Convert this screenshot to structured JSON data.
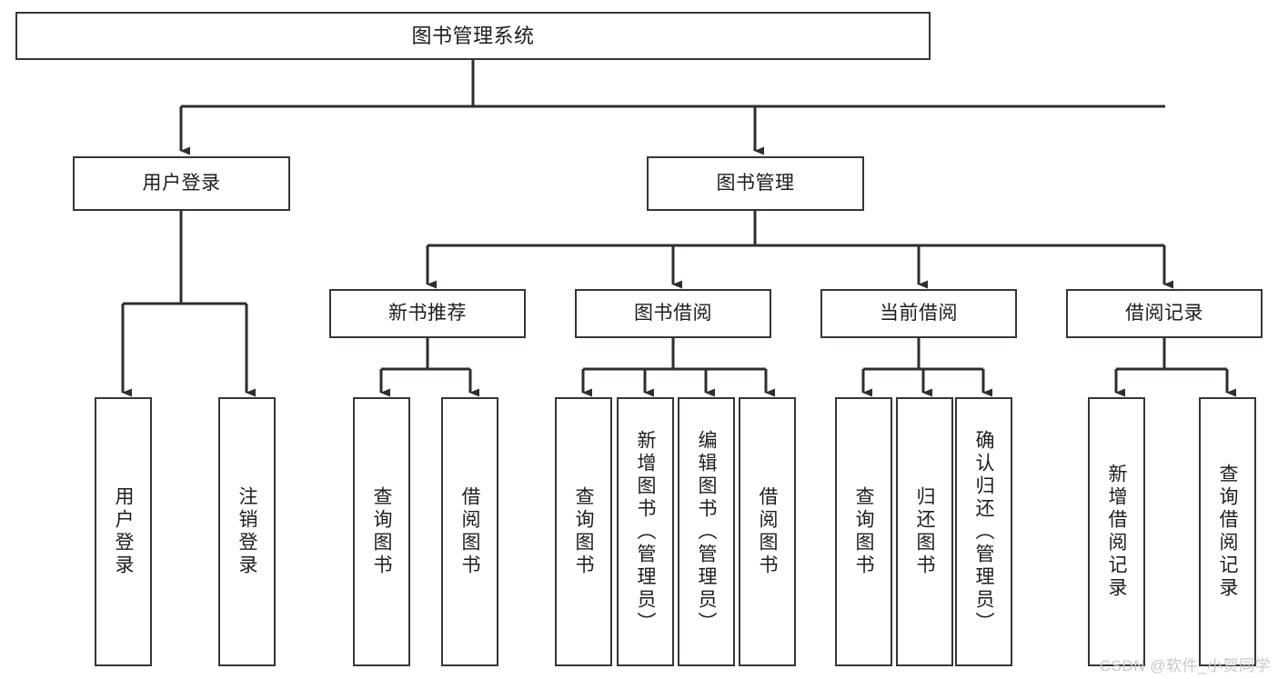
{
  "diagram": {
    "title": "图书管理系统",
    "type": "tree-hierarchy",
    "colors": {
      "border": "#33373b",
      "background": "#ffffff",
      "text": "#1d1d1d",
      "edge": "#2b2f33",
      "watermark": "#c8c8c8"
    }
  },
  "nodes": {
    "root": {
      "label": "图书管理系统"
    },
    "level2": [
      {
        "id": "user-login",
        "label": "用户登录"
      },
      {
        "id": "book-manage",
        "label": "图书管理"
      }
    ],
    "level3": [
      {
        "id": "new-book-recommend",
        "label": "新书推荐"
      },
      {
        "id": "book-borrow",
        "label": "图书借阅"
      },
      {
        "id": "current-borrow",
        "label": "当前借阅"
      },
      {
        "id": "borrow-record",
        "label": "借阅记录"
      }
    ],
    "leaves": [
      {
        "id": "leaf-user-login",
        "label": "用户登录",
        "parent": "user-login"
      },
      {
        "id": "leaf-logout",
        "label": "注销登录",
        "parent": "user-login"
      },
      {
        "id": "leaf-query-book-1",
        "label": "查询图书",
        "parent": "new-book-recommend"
      },
      {
        "id": "leaf-borrow-book-1",
        "label": "借阅图书",
        "parent": "new-book-recommend"
      },
      {
        "id": "leaf-query-book-2",
        "label": "查询图书",
        "parent": "book-borrow"
      },
      {
        "id": "leaf-add-book",
        "label": "新增图书（管理员）",
        "parent": "book-borrow"
      },
      {
        "id": "leaf-edit-book",
        "label": "编辑图书（管理员）",
        "parent": "book-borrow"
      },
      {
        "id": "leaf-borrow-book-2",
        "label": "借阅图书",
        "parent": "book-borrow"
      },
      {
        "id": "leaf-query-book-3",
        "label": "查询图书",
        "parent": "current-borrow"
      },
      {
        "id": "leaf-return-book",
        "label": "归还图书",
        "parent": "current-borrow"
      },
      {
        "id": "leaf-confirm-return",
        "label": "确认归还（管理员）",
        "parent": "current-borrow"
      },
      {
        "id": "leaf-add-record",
        "label": "新增借阅记录",
        "parent": "borrow-record"
      },
      {
        "id": "leaf-query-record",
        "label": "查询借阅记录",
        "parent": "borrow-record"
      }
    ]
  },
  "watermark": {
    "text": "CSDN @软件_小贺同学"
  }
}
